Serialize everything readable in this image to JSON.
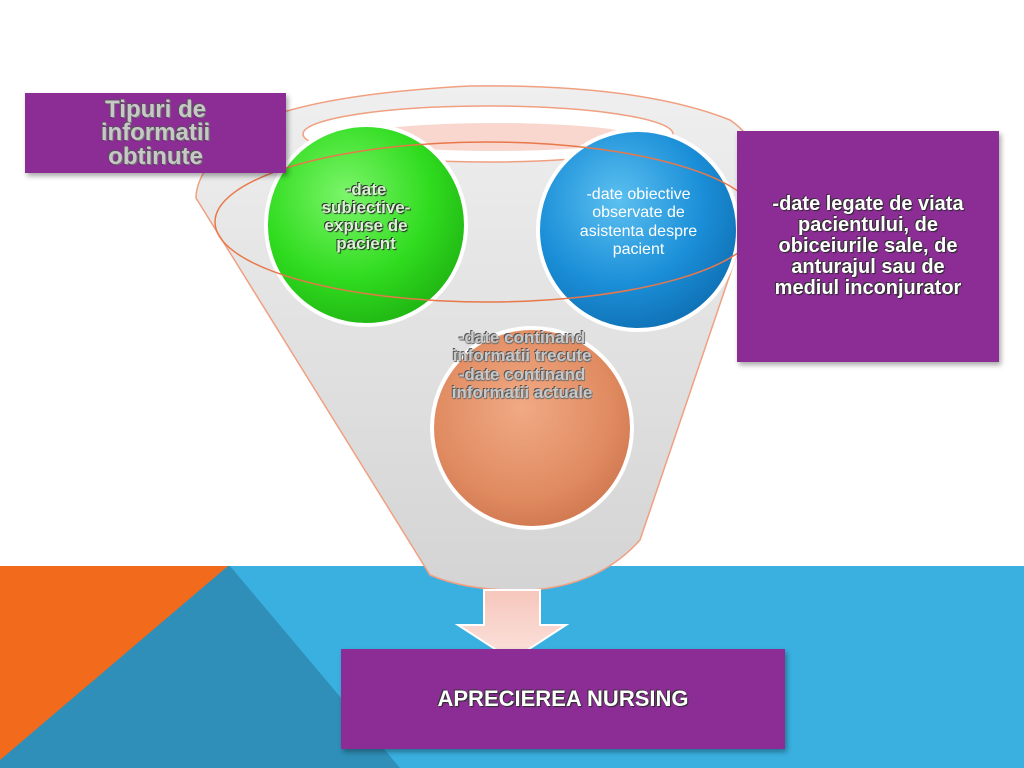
{
  "labels": {
    "title_box": "Tipuri de informatii obtinute",
    "circle_green": "-date subiective-expuse de pacient",
    "circle_blue": "-date obiective observate de asistenta despre pacient",
    "circle_orange_line1": "-date continand informatii trecute",
    "circle_orange_line2": "-date continand informatii actuale",
    "right_box": "-date legate de viata pacientului, de obiceiurile sale, de anturajul sau de mediul inconjurator",
    "result_box": "APRECIEREA NURSING"
  },
  "colors": {
    "purple": "#8c2d96",
    "green": "#3de02c",
    "blue": "#1a8fd8",
    "orange": "#e08a60",
    "banner_blue": "#3ab0e0",
    "banner_orange": "#f26a1c"
  }
}
